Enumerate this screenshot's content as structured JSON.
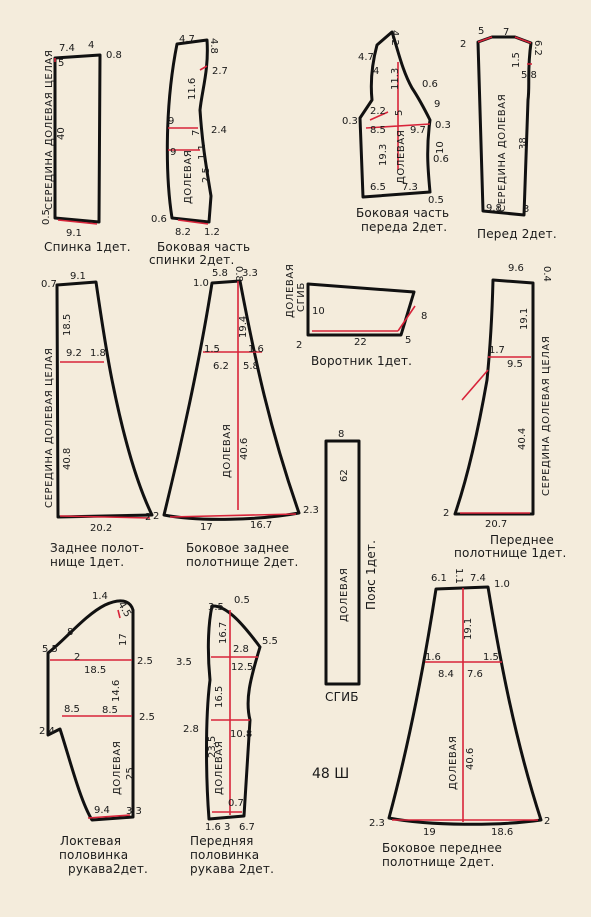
{
  "colors": {
    "paper": "#f4ecdc",
    "outline": "#111111",
    "measure_line": "#d8243a"
  },
  "page_number": "48 Ш",
  "pieces": {
    "spinka": {
      "title": [
        "Спинка 1дет."
      ],
      "grain": "СЕРЕДИНА ДОЛЕВАЯ ЦЕЛАЯ",
      "dims": {
        "top_a": "7.4",
        "top_b": "4",
        "top_c": "0.8",
        "side_a": "5",
        "mid": "40",
        "bot_side": "0.5",
        "bottom": "9.1"
      }
    },
    "bokovaya_spinki": {
      "title": [
        "Боковая часть",
        "спинки 2дет."
      ],
      "grain": "ДОЛЕВАЯ",
      "dims": {
        "top": "4.7",
        "t48": "4.8",
        "d27": "2.7",
        "d116": "11.6",
        "d9a": "9",
        "d7": "7",
        "d24": "2.4",
        "d9b": "9",
        "d11": "1.1",
        "d25": "2.5",
        "b06": "0.6",
        "b82": "8.2",
        "b12": "1.2"
      }
    },
    "bokovaya_pereda": {
      "title": [
        "Боковая часть",
        "переда 2дет."
      ],
      "grain": "ДОЛЕВАЯ",
      "dims": {
        "d42": "4.2",
        "d47": "4.7",
        "d4": "4",
        "d113": "11.3",
        "d06a": "0.6",
        "d22": "2.2",
        "d5": "5",
        "d9": "9",
        "d03a": "0.3",
        "d85": "8.5",
        "d97": "9.7",
        "d03b": "0.3",
        "d193": "19.3",
        "d10": "10",
        "d06b": "0.6",
        "d65": "6.5",
        "d73": "7.3",
        "d05": "0.5"
      }
    },
    "pered": {
      "title": [
        "Перед 2дет."
      ],
      "grain": "СЕРЕДИНА ДОЛЕВАЯ",
      "dims": {
        "d2": "2",
        "d5": "5",
        "d7": "7",
        "d62": "6.2",
        "d15": "1.5",
        "d58": "5.8",
        "d38": "38",
        "d98": "9.8",
        "d3": "3"
      }
    },
    "zadnee": {
      "title": [
        "Заднее полот-",
        "нище 1дет."
      ],
      "grain": "СЕРЕДИНА ДОЛЕВАЯ ЦЕЛАЯ",
      "dims": {
        "d07": "0.7",
        "d91": "9.1",
        "d185": "18.5",
        "d92": "9.2",
        "d18": "1.8",
        "d408": "40.8",
        "d202": "20.2",
        "d2": "2"
      }
    },
    "bokovoe_zadnee": {
      "title": [
        "Боковое заднее",
        "полотнище 2дет."
      ],
      "grain": "ДОЛЕВАЯ",
      "dims": {
        "d10": "1.0",
        "d58a": "5.8",
        "d08": "0.8",
        "d33": "3.3",
        "d194": "19.4",
        "d15": "1.5",
        "d16": "1.6",
        "d62": "6.2",
        "d58b": "5.8",
        "d406": "40.6",
        "d2": "2",
        "d17": "17",
        "d167": "16.7",
        "d23": "2.3"
      }
    },
    "vorotnik": {
      "title": [
        "Воротник 1дет."
      ],
      "grain": [
        "ДОЛЕВАЯ",
        "СГИБ"
      ],
      "dims": {
        "d10": "10",
        "d8": "8",
        "d22": "22",
        "d5": "5",
        "d2": "2"
      }
    },
    "perednee": {
      "title": [
        "Переднее",
        "полотнище 1дет."
      ],
      "grain": "СЕРЕДИНА ДОЛЕВАЯ ЦЕЛАЯ",
      "dims": {
        "d96": "9.6",
        "d04": "0.4",
        "d191": "19.1",
        "d17": "1.7",
        "d95": "9.5",
        "d404": "40.4",
        "d2": "2",
        "d207": "20.7"
      }
    },
    "poyas": {
      "title": "Пояс 1дет.",
      "grain": "ДОЛЕВАЯ",
      "dims": {
        "d8": "8",
        "d62": "62"
      },
      "fold": "СГИБ"
    },
    "loktevaya": {
      "title": [
        "Локтевая",
        "половинка",
        "рукава2дет."
      ],
      "grain": "ДОЛЕВАЯ",
      "dims": {
        "d14": "1.4",
        "d45": "4.5",
        "d8": "8",
        "d55": "5.5",
        "d17": "17",
        "d2": "2",
        "d185": "18.5",
        "d25a": "2.5",
        "d146": "14.6",
        "d85a": "8.5",
        "d85b": "8.5",
        "d25b": "2.5",
        "d24": "2.4",
        "d25c": "25",
        "d94": "9.4",
        "d33": "3.3"
      }
    },
    "perednyaya": {
      "title": [
        "Передняя",
        "половинка",
        "рукава 2дет."
      ],
      "grain": "ДОЛЕВАЯ",
      "dims": {
        "d35a": "3.5",
        "d05": "0.5",
        "d167": "16.7",
        "d55": "5.5",
        "d28a": "2.8",
        "d35b": "3.5",
        "d125": "12.5",
        "d165": "16.5",
        "d28b": "2.8",
        "d235": "23.5",
        "d108": "10.8",
        "d07": "0.7",
        "d16": "1.6",
        "d3": "3",
        "d67": "6.7"
      }
    },
    "bokovoe_perednee": {
      "title": [
        "Боковое переднее",
        "полотнище 2дет."
      ],
      "grain": "ДОЛЕВАЯ",
      "dims": {
        "d61": "6.1",
        "d11": "1.1",
        "d74": "7.4",
        "d10": "1.0",
        "d191": "19.1",
        "d16": "1.6",
        "d15": "1.5",
        "d84": "8.4",
        "d76": "7.6",
        "d406": "40.6",
        "d23": "2.3",
        "d19": "19",
        "d186": "18.6",
        "d2": "2"
      }
    }
  }
}
